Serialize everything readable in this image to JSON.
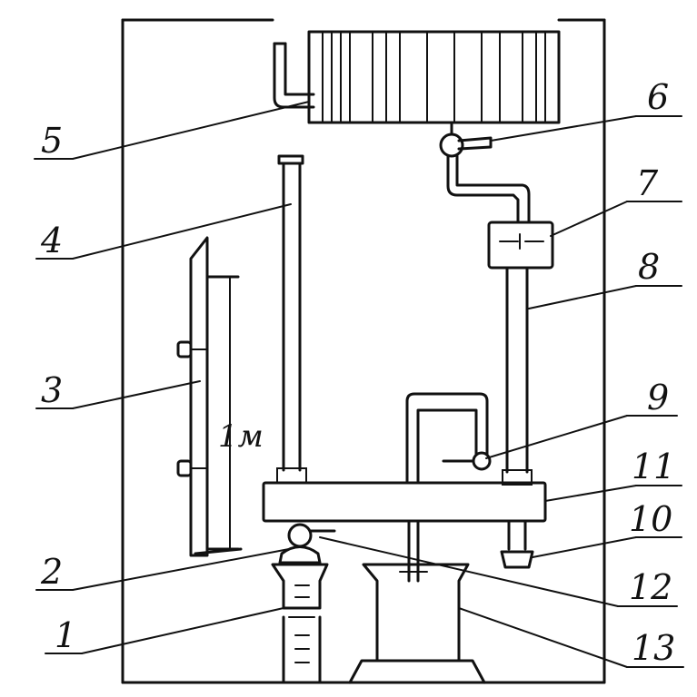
{
  "labels": [
    "1",
    "2",
    "3",
    "4",
    "5",
    "6",
    "7",
    "8",
    "9",
    "10",
    "11",
    "12",
    "13"
  ],
  "dimension": "1м"
}
